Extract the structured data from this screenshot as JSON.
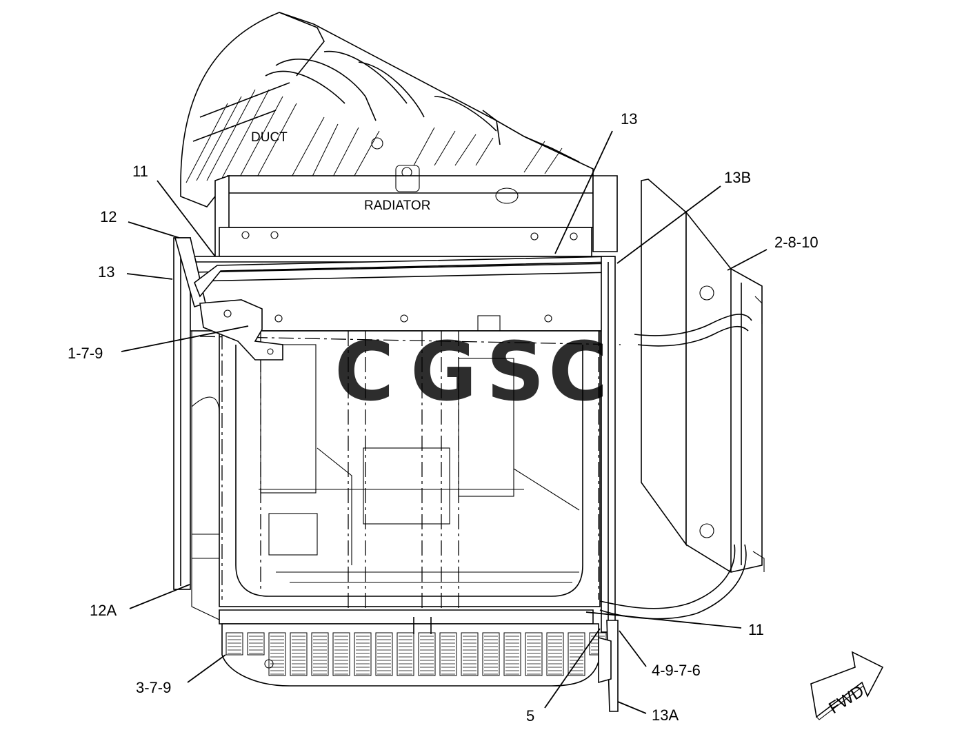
{
  "diagram": {
    "part_labels": {
      "duct": "DUCT",
      "radiator": "RADIATOR"
    },
    "callouts": {
      "c13_top": "13",
      "c13b": "13B",
      "c11_left": "11",
      "c12": "12",
      "c13_left": "13",
      "c2_8_10": "2-8-10",
      "c1_7_9": "1-7-9",
      "c12a": "12A",
      "c11_right": "11",
      "c4_9_7_6": "4-9-7-6",
      "c3_7_9": "3-7-9",
      "c5": "5",
      "c13a": "13A"
    },
    "direction_arrow": {
      "label": "FWD",
      "icon": "forward-arrow-icon"
    },
    "watermark": {
      "letters": [
        {
          "char": "C",
          "color": "#8ab4f8"
        },
        {
          "char": "G",
          "color": "#f28b82"
        },
        {
          "char": "S",
          "color": "#fdd663"
        },
        {
          "char": "C",
          "color": "#81c995"
        }
      ]
    }
  }
}
